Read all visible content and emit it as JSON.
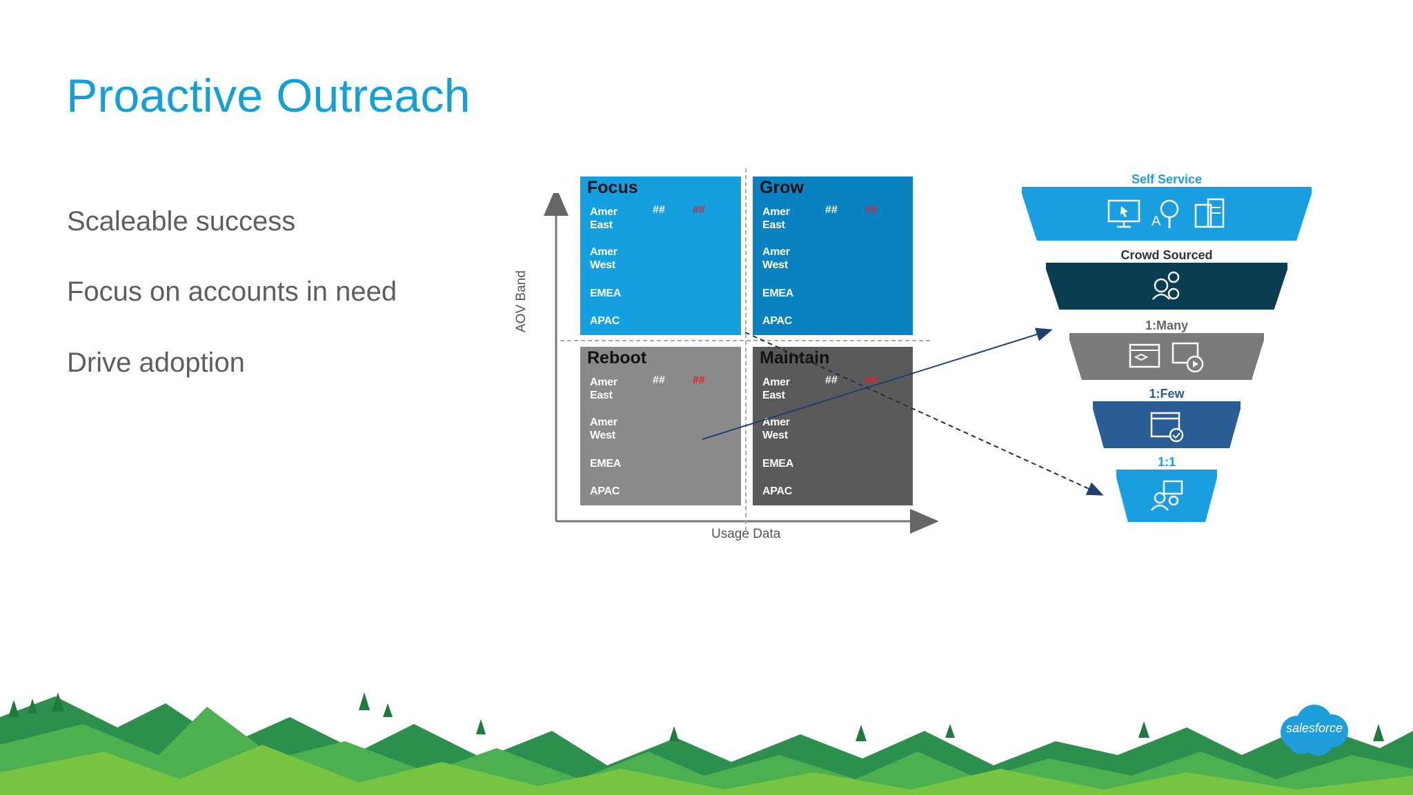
{
  "slide": {
    "title": "Proactive Outreach",
    "bullets": [
      "Scaleable success",
      "Focus on accounts in need",
      "Drive adoption"
    ]
  },
  "matrix": {
    "y_axis_label": "AOV Band",
    "x_axis_label": "Usage Data",
    "quadrants": [
      {
        "name": "Focus",
        "color": "#14a0e0",
        "regions": [
          "Amer\nEast",
          "Amer\nWest",
          "EMEA",
          "APAC"
        ],
        "hash_white": "##",
        "hash_red": "##"
      },
      {
        "name": "Grow",
        "color": "#0a82c2",
        "regions": [
          "Amer\nEast",
          "Amer\nWest",
          "EMEA",
          "APAC"
        ],
        "hash_white": "##",
        "hash_red": "##"
      },
      {
        "name": "Reboot",
        "color": "#8a8a8a",
        "regions": [
          "Amer\nEast",
          "Amer\nWest",
          "EMEA",
          "APAC"
        ],
        "hash_white": "##",
        "hash_red": "##"
      },
      {
        "name": "Maintain",
        "color": "#5a5a5a",
        "regions": [
          "Amer\nEast",
          "Amer\nWest",
          "EMEA",
          "APAC"
        ],
        "hash_white": "##",
        "hash_red": "##"
      }
    ],
    "hash_red_color": "#e0242c"
  },
  "funnel": {
    "tiers": [
      {
        "label": "Self Service",
        "color": "#1a9ee2",
        "label_color": "#1a9ee2",
        "icons": [
          "computer-cursor-icon",
          "search-knowledge-icon",
          "devices-icon"
        ]
      },
      {
        "label": "Crowd Sourced",
        "color": "#083d53",
        "label_color": "#333333",
        "icons": [
          "community-people-icon"
        ]
      },
      {
        "label": "1:Many",
        "color": "#7a7a7a",
        "label_color": "#666666",
        "icons": [
          "webinar-icon",
          "video-play-icon"
        ]
      },
      {
        "label": "1:Few",
        "color": "#2a5c95",
        "label_color": "#2a5c95",
        "icons": [
          "calendar-check-icon"
        ]
      },
      {
        "label": "1:1",
        "color": "#1a9ee2",
        "label_color": "#1a9ee2",
        "icons": [
          "person-chat-icon"
        ]
      }
    ]
  },
  "brand": {
    "logo_text": "salesforce",
    "logo_color": "#1e9fdb",
    "hill_colors": [
      "#2d8f4e",
      "#4caf50",
      "#76c442",
      "#1f7a3d"
    ]
  }
}
